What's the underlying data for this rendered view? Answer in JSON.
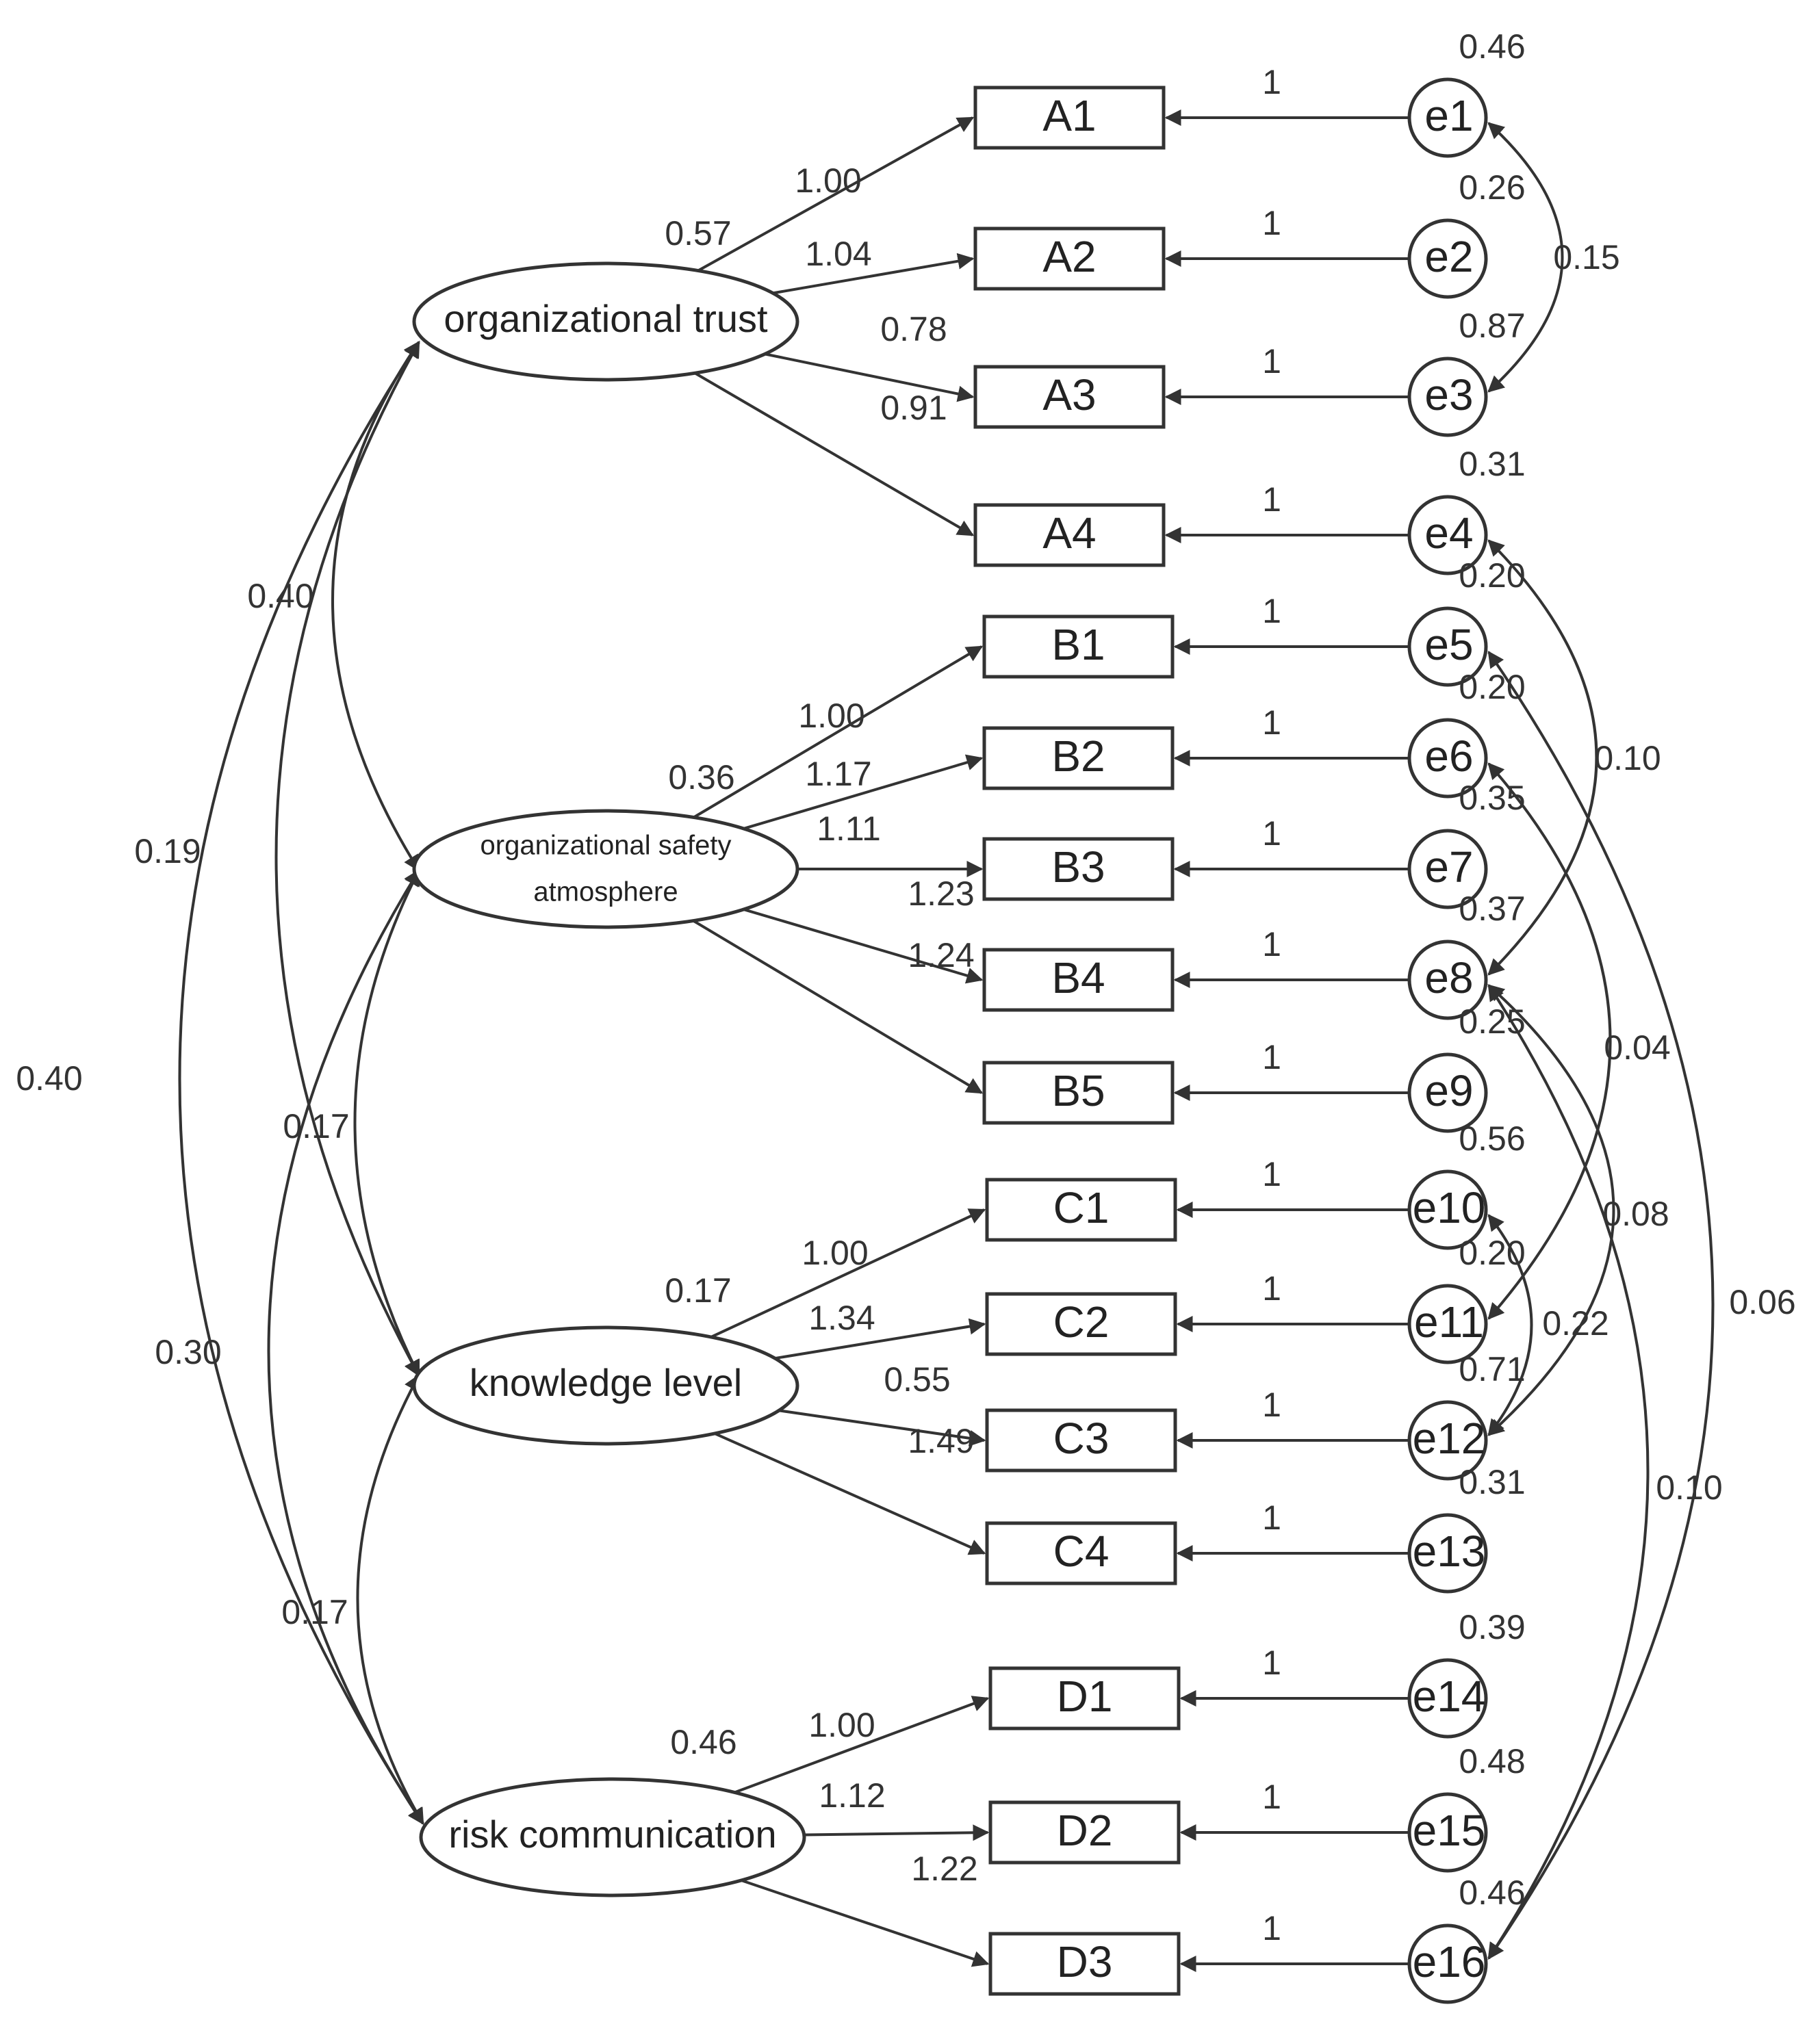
{
  "latents": [
    {
      "id": "org_trust",
      "lines": [
        "organizational trust"
      ],
      "variance": "0.57",
      "indicators": [
        {
          "id": "A1",
          "label": "A1",
          "loading": "1.00",
          "error": "e1",
          "error_variance": "0.46"
        },
        {
          "id": "A2",
          "label": "A2",
          "loading": "1.04",
          "error": "e2",
          "error_variance": "0.26"
        },
        {
          "id": "A3",
          "label": "A3",
          "loading": "0.78",
          "error": "e3",
          "error_variance": "0.87"
        },
        {
          "id": "A4",
          "label": "A4",
          "loading": "0.91",
          "error": "e4",
          "error_variance": "0.31"
        }
      ]
    },
    {
      "id": "org_safety",
      "lines": [
        "organizational safety",
        "atmosphere"
      ],
      "variance": "0.36",
      "indicators": [
        {
          "id": "B1",
          "label": "B1",
          "loading": "1.00",
          "error": "e5",
          "error_variance": "0.20"
        },
        {
          "id": "B2",
          "label": "B2",
          "loading": "1.17",
          "error": "e6",
          "error_variance": "0.20"
        },
        {
          "id": "B3",
          "label": "B3",
          "loading": "1.11",
          "error": "e7",
          "error_variance": "0.35"
        },
        {
          "id": "B4",
          "label": "B4",
          "loading": "1.23",
          "error": "e8",
          "error_variance": "0.37"
        },
        {
          "id": "B5",
          "label": "B5",
          "loading": "1.24",
          "error": "e9",
          "error_variance": "0.25"
        }
      ]
    },
    {
      "id": "knowledge",
      "lines": [
        "knowledge level"
      ],
      "variance": "0.17",
      "indicators": [
        {
          "id": "C1",
          "label": "C1",
          "loading": "1.00",
          "error": "e10",
          "error_variance": "0.56"
        },
        {
          "id": "C2",
          "label": "C2",
          "loading": "1.34",
          "error": "e11",
          "error_variance": "0.20"
        },
        {
          "id": "C3",
          "label": "C3",
          "loading": "0.55",
          "error": "e12",
          "error_variance": "0.71"
        },
        {
          "id": "C4",
          "label": "C4",
          "loading": "1.49",
          "error": "e13",
          "error_variance": "0.31"
        }
      ]
    },
    {
      "id": "risk_comm",
      "lines": [
        "risk communication"
      ],
      "variance": "0.46",
      "indicators": [
        {
          "id": "D1",
          "label": "D1",
          "loading": "1.00",
          "error": "e14",
          "error_variance": "0.39"
        },
        {
          "id": "D2",
          "label": "D2",
          "loading": "1.12",
          "error": "e15",
          "error_variance": "0.48"
        },
        {
          "id": "D3",
          "label": "D3",
          "loading": "1.22",
          "error": "e16",
          "error_variance": "0.46"
        }
      ]
    }
  ],
  "fixed_error_path": "1",
  "latent_covariances": [
    {
      "from": "org_trust",
      "to": "org_safety",
      "value": "0.40"
    },
    {
      "from": "org_trust",
      "to": "knowledge",
      "value": "0.19"
    },
    {
      "from": "org_trust",
      "to": "risk_comm",
      "value": "0.40"
    },
    {
      "from": "org_safety",
      "to": "knowledge",
      "value": "0.17"
    },
    {
      "from": "org_safety",
      "to": "risk_comm",
      "value": "0.30"
    },
    {
      "from": "knowledge",
      "to": "risk_comm",
      "value": "0.17"
    }
  ],
  "error_covariances": [
    {
      "from": "e1",
      "to": "e3",
      "value": "0.15"
    },
    {
      "from": "e4",
      "to": "e8",
      "value": "0.10"
    },
    {
      "from": "e6",
      "to": "e11",
      "value": "0.04"
    },
    {
      "from": "e8",
      "to": "e12",
      "value": "0.08"
    },
    {
      "from": "e10",
      "to": "e12",
      "value": "0.22"
    },
    {
      "from": "e5",
      "to": "e16",
      "value": "0.06"
    },
    {
      "from": "e8",
      "to": "e16",
      "value": "0.10"
    }
  ],
  "colors": {
    "stroke": "#333333",
    "text": "#222222",
    "background": "#ffffff"
  }
}
